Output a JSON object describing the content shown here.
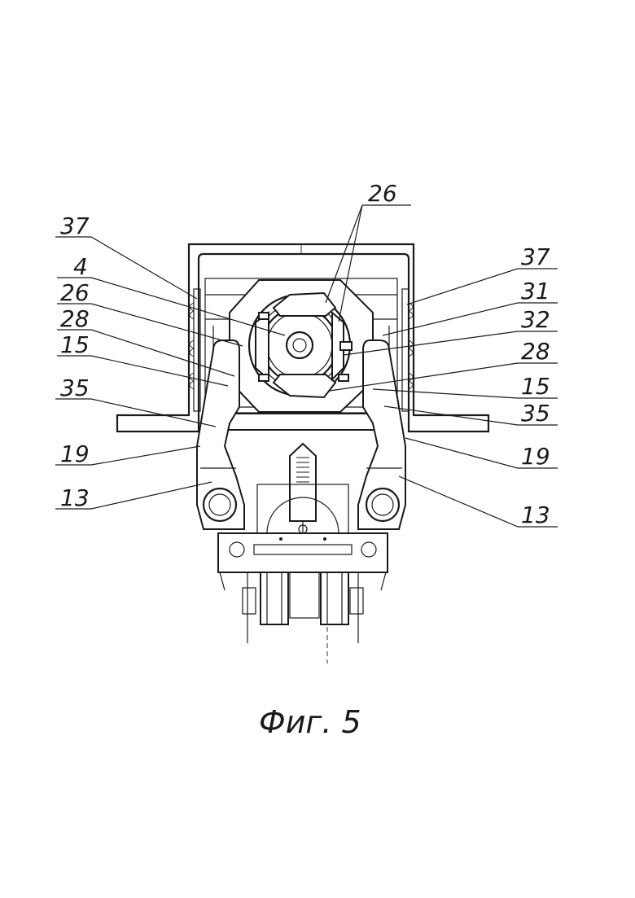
{
  "figure": {
    "caption": "Фиг. 5",
    "labels": [
      {
        "id": "top-26",
        "text": "26"
      },
      {
        "id": "left-37",
        "text": "37"
      },
      {
        "id": "left-4",
        "text": "4"
      },
      {
        "id": "left-26",
        "text": "26"
      },
      {
        "id": "left-28",
        "text": "28"
      },
      {
        "id": "left-15",
        "text": "15"
      },
      {
        "id": "left-35",
        "text": "35"
      },
      {
        "id": "left-19",
        "text": "19"
      },
      {
        "id": "left-13",
        "text": "13"
      },
      {
        "id": "right-37",
        "text": "37"
      },
      {
        "id": "right-31",
        "text": "31"
      },
      {
        "id": "right-32",
        "text": "32"
      },
      {
        "id": "right-28",
        "text": "28"
      },
      {
        "id": "right-15",
        "text": "15"
      },
      {
        "id": "right-35",
        "text": "35"
      },
      {
        "id": "right-19",
        "text": "19"
      },
      {
        "id": "right-13",
        "text": "13"
      }
    ]
  }
}
